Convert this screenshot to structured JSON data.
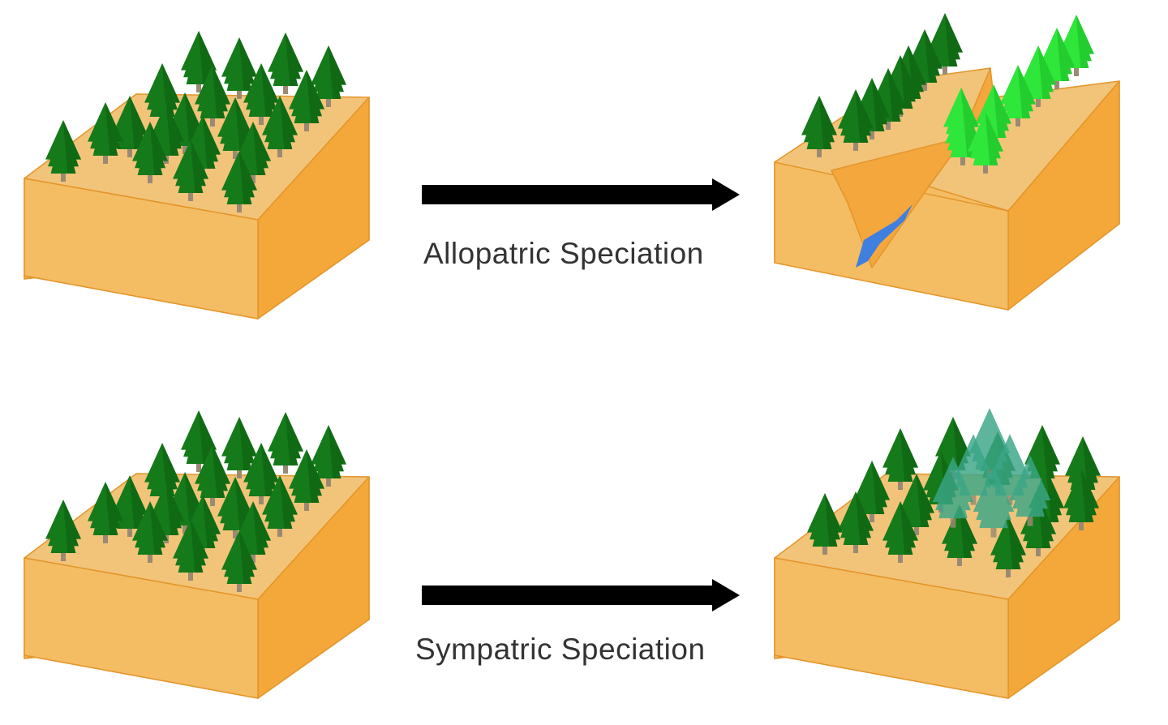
{
  "colors": {
    "block_top": "#f2c47a",
    "block_front": "#f4bd63",
    "block_side": "#f4a83a",
    "block_edge": "#e4952a",
    "canyon": "#f3a73c",
    "water": "#3f7fe0",
    "tree_dark": "#157a1a",
    "tree_dark_shade": "#0c5c10",
    "tree_light": "#2fe63a",
    "tree_light_shade": "#1ab824",
    "tree_teal": "#3aa687",
    "trunk": "#9a8a73",
    "arrow": "#000000",
    "label_text": "#333333"
  },
  "rows": [
    {
      "label": "Allopatric Speciation",
      "result": "river-split-population"
    },
    {
      "label": "Sympatric Speciation",
      "result": "mixed-population"
    }
  ]
}
